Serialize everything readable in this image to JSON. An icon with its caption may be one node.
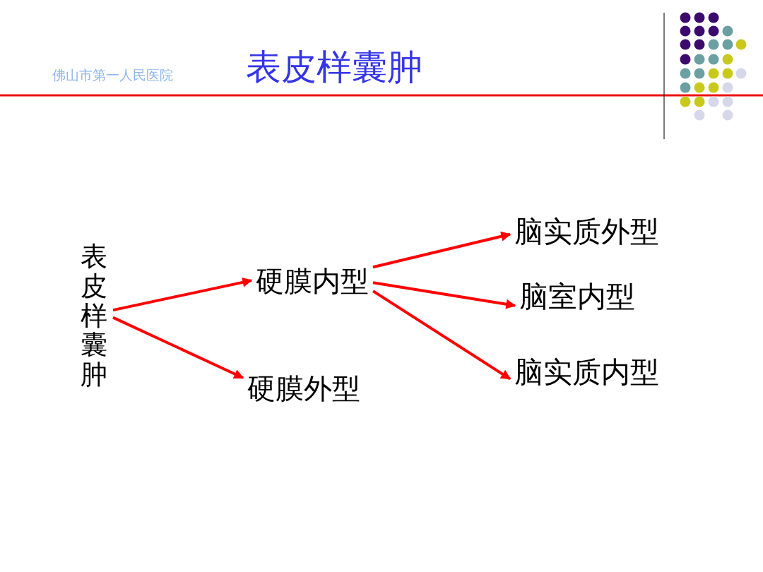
{
  "diagram": {
    "title": "表皮样囊肿",
    "nodes": [
      {
        "text": [
          "表皮样囊肿"
        ]
      },
      {
        "text": [
          "硬膜内型"
        ]
      },
      {
        "text": [
          "硬膜外型"
        ]
      },
      {
        "text": [
          "脑实质外型"
        ]
      },
      {
        "text": [
          "脑室内型"
        ]
      },
      {
        "text": [
          "脑实质内型"
        ]
      }
    ],
    "edges": [
      {
        "from": 0,
        "to": 1,
        "arrow": "to"
      },
      {
        "from": 0,
        "to": 2,
        "arrow": "to"
      },
      {
        "from": 1,
        "to": 3,
        "arrow": "to"
      },
      {
        "from": 1,
        "to": 4,
        "arrow": "to"
      },
      {
        "from": 1,
        "to": 5,
        "arrow": "to"
      }
    ],
    "labels": [
      "佛山市第一人民医院"
    ]
  }
}
